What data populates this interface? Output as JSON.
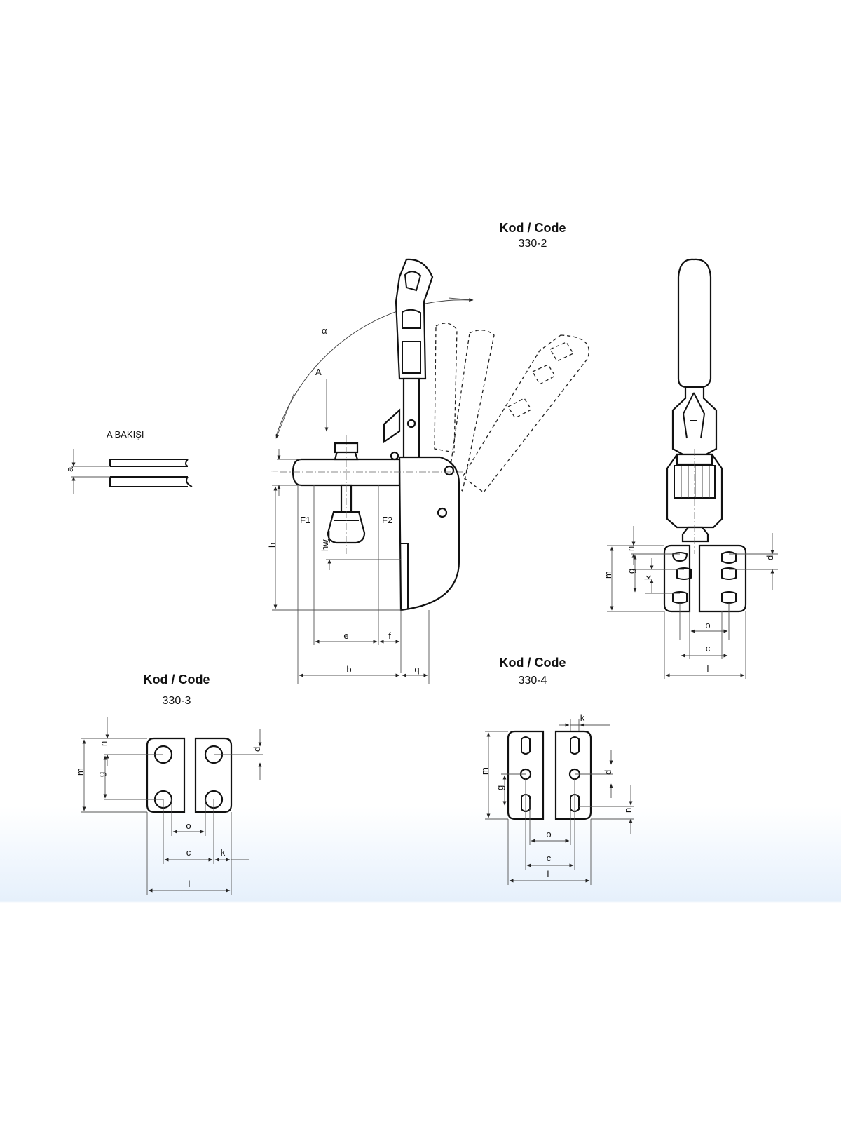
{
  "titles": {
    "main": {
      "heading": "Kod / Code",
      "code": "330-2"
    },
    "left": {
      "heading": "Kod / Code",
      "code": "330-3"
    },
    "right": {
      "heading": "Kod / Code",
      "code": "330-4"
    }
  },
  "view_label": "A BAKIŞI",
  "labels": {
    "a": "a",
    "A": "A",
    "alpha": "α",
    "i": "i",
    "h": "h",
    "hw": "hw",
    "F1": "F1",
    "F2": "F2",
    "e": "e",
    "f": "f",
    "b": "b",
    "q": "q",
    "n": "n",
    "m": "m",
    "g": "g",
    "k": "k",
    "d": "d",
    "o": "o",
    "c": "c",
    "l": "l"
  }
}
